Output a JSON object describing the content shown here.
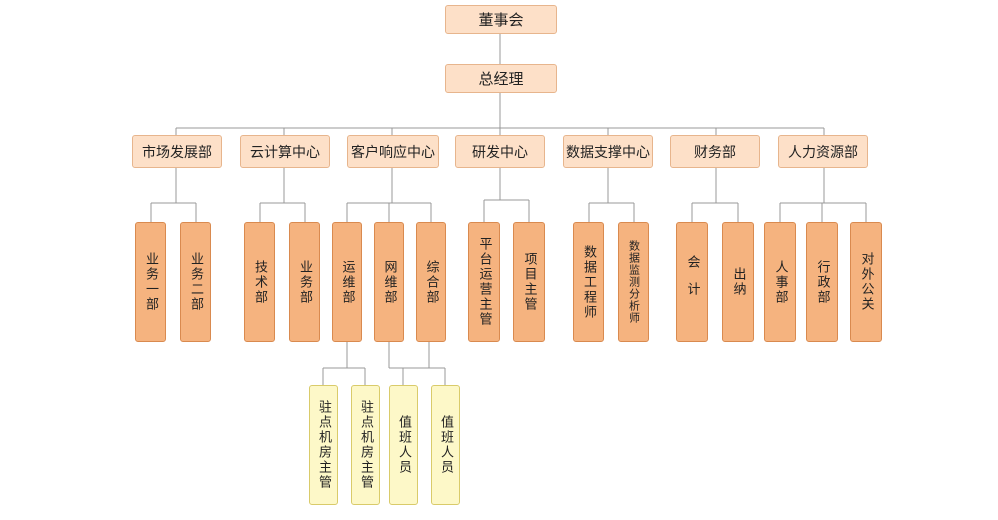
{
  "board": "董事会",
  "ceo": "总经理",
  "departments": [
    "市场发展部",
    "云计算中心",
    "客户响应中心",
    "研发中心",
    "数据支撑中心",
    "财务部",
    "人力资源部"
  ],
  "units": {
    "market": [
      "业务一部",
      "业务二部"
    ],
    "cloud": [
      "技术部",
      "业务部"
    ],
    "customer": [
      "运维部",
      "网维部",
      "综合部"
    ],
    "rnd": [
      "平台运营主管",
      "项目主管"
    ],
    "data": [
      "数据工程师",
      "数据监测分析师"
    ],
    "finance": [
      "会计",
      "出纳"
    ],
    "hr": [
      "人事部",
      "行政部",
      "对外公关"
    ]
  },
  "subunits": {
    "ops": [
      "驻点机房主管",
      "驻点机房主管"
    ],
    "net": [
      "值班人员",
      "值班人员"
    ]
  }
}
